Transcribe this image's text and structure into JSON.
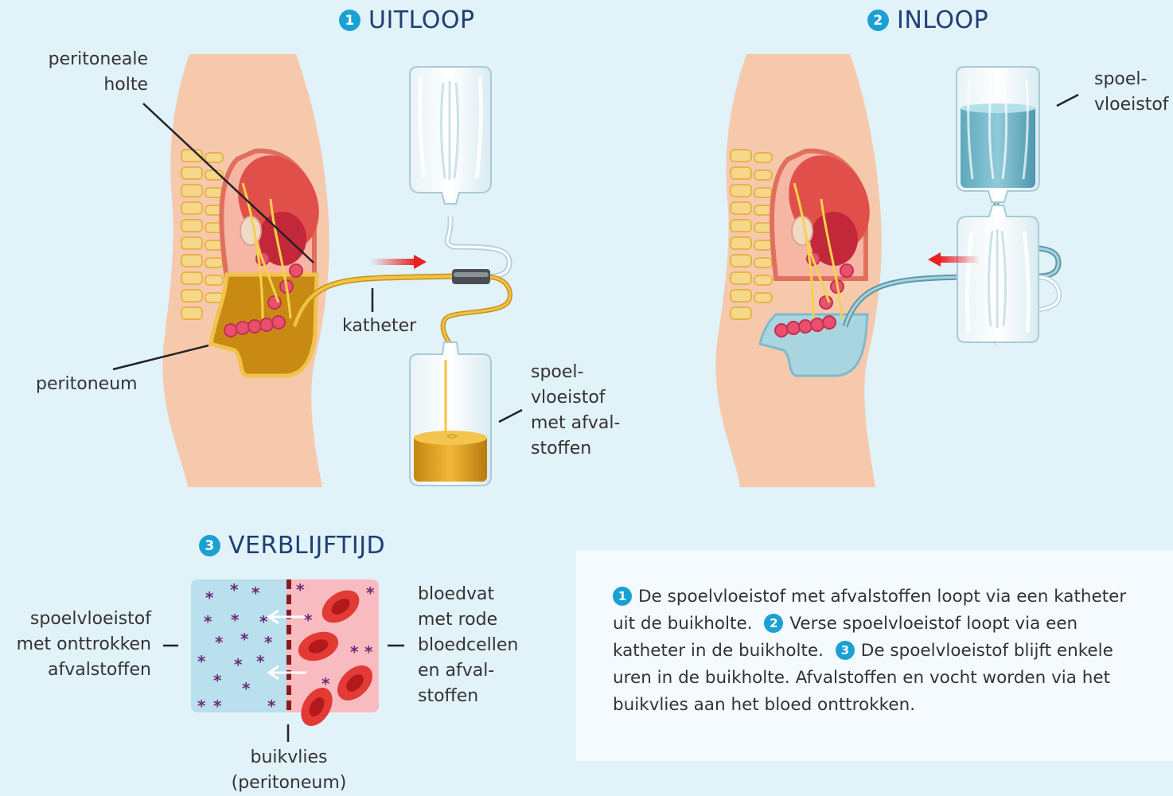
{
  "panel1": {
    "number": "1",
    "title": "UITLOOP",
    "label_cavity": [
      "peritoneale",
      "holte"
    ],
    "label_peritoneum": "peritoneum",
    "label_catheter": "katheter",
    "label_bag": [
      "spoel-",
      "vloeistof",
      "met afval-",
      "stoffen"
    ]
  },
  "panel2": {
    "number": "2",
    "title": "INLOOP",
    "label_bag": [
      "spoel-",
      "vloeistof"
    ]
  },
  "panel3": {
    "number": "3",
    "title": "VERBLIJFTIJD",
    "label_left": [
      "spoelvloeistof",
      "met onttrokken",
      "afvalstoffen"
    ],
    "label_right": [
      "bloedvat",
      "met rode",
      "bloedcellen",
      "en afval-",
      "stoffen"
    ],
    "label_bottom": [
      "buikvlies",
      "(peritoneum)"
    ]
  },
  "info": {
    "n1": "1",
    "s1": "De spoelvloeistof met afvalstoffen loopt via een katheter uit de buikholte.",
    "n2": "2",
    "s2": "Verse spoelvloeistof loopt via een katheter in de buikholte.",
    "n3": "3",
    "s3": "De spoelvloeistof blijft enkele uren in de buikholte. Afvalstoffen en vocht worden via het buikvlies aan het bloed onttrokken."
  },
  "colors": {
    "background": "#e1f2f9",
    "title": "#1f3f73",
    "badge": "#1aa1d3",
    "skin": "#f6c9ad",
    "waste_fluid": "#d99a1a",
    "fresh_fluid": "#8fc8d8",
    "arrow": "#e8201f"
  }
}
